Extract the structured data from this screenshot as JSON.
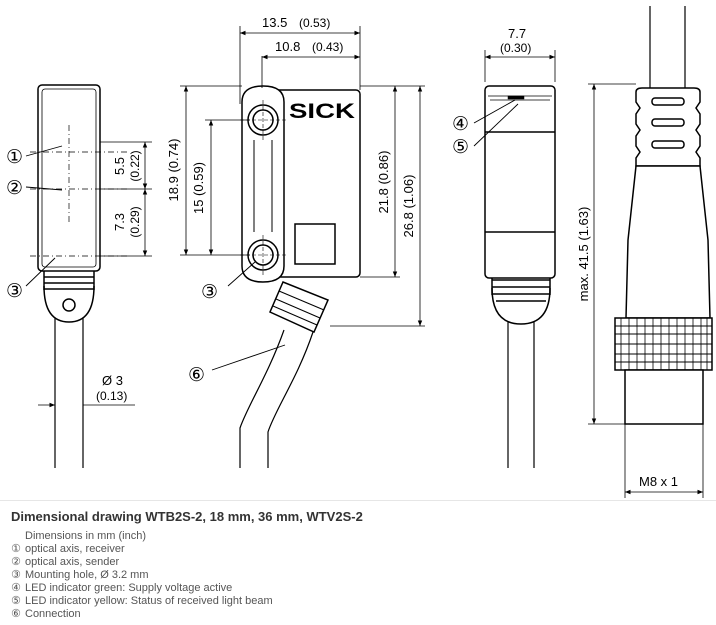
{
  "dims": {
    "width_13_5": "13.5",
    "width_13_5_in": "(0.53)",
    "width_10_8": "10.8",
    "width_10_8_in": "(0.43)",
    "width_7_7": "7.7",
    "width_7_7_in": "(0.30)",
    "h_5_5": "5.5",
    "h_5_5_in": "(0.22)",
    "h_7_3": "7.3",
    "h_7_3_in": "(0.29)",
    "h_18_9": "18.9 (0.74)",
    "h_15": "15 (0.59)",
    "h_21_8": "21.8 (0.86)",
    "h_26_8": "26.8 (1.06)",
    "h_41_5": "max. 41.5 (1.63)",
    "dia_3": "Ø 3",
    "dia_3_in": "(0.13)",
    "thread": "M8 x 1"
  },
  "callouts": {
    "c1": "①",
    "c2": "②",
    "c3a": "③",
    "c3b": "③",
    "c4": "④",
    "c5": "⑤",
    "c6": "⑥"
  },
  "logo": "SICK",
  "caption": {
    "title": "Dimensional drawing WTB2S-2, 18 mm, 36 mm, WTV2S-2",
    "lines": [
      {
        "num": "",
        "text": "Dimensions in mm (inch)"
      },
      {
        "num": "①",
        "text": "optical axis, receiver"
      },
      {
        "num": "②",
        "text": "optical axis, sender"
      },
      {
        "num": "③",
        "text": "Mounting hole, Ø 3.2 mm"
      },
      {
        "num": "④",
        "text": "LED indicator green: Supply voltage active"
      },
      {
        "num": "⑤",
        "text": "LED indicator yellow: Status of received light beam"
      },
      {
        "num": "⑥",
        "text": "Connection"
      }
    ]
  }
}
